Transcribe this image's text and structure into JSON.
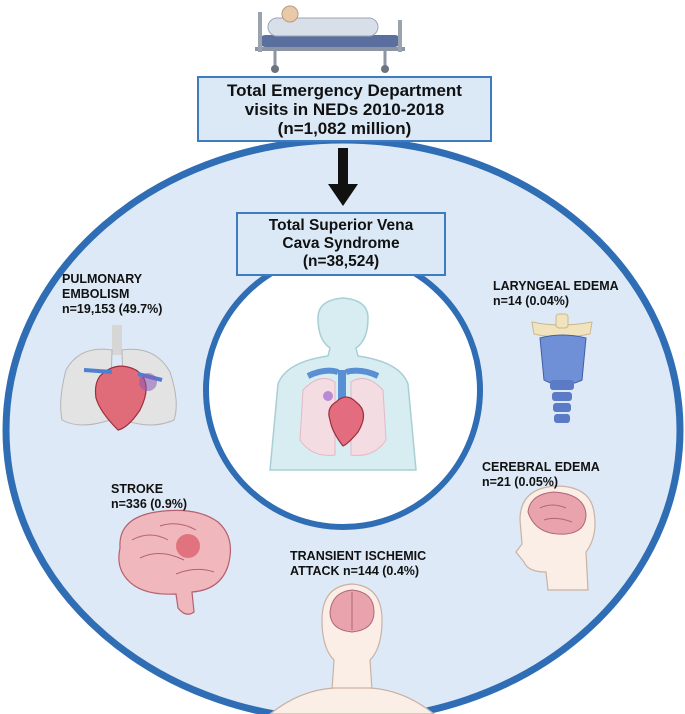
{
  "top_box": {
    "line1": "Total Emergency Department",
    "line2": "visits in NEDs 2010-2018",
    "line3": "(n=1,082 million)"
  },
  "mid_box": {
    "line1": "Total Superior Vena",
    "line2": "Cava Syndrome",
    "line3": "(n=38,524)"
  },
  "outcomes": {
    "pulmonary_embolism": {
      "line1": "PULMONARY",
      "line2": "EMBOLISM",
      "line3": "n=19,153 (49.7%)"
    },
    "laryngeal_edema": {
      "line1": "LARYNGEAL EDEMA",
      "line2": "n=14 (0.04%)"
    },
    "cerebral_edema": {
      "line1": "CEREBRAL EDEMA",
      "line2": "n=21 (0.05%)"
    },
    "stroke": {
      "line1": "STROKE",
      "line2": "n=336 (0.9%)"
    },
    "tia": {
      "line1": "TRANSIENT ISCHEMIC",
      "line2": "ATTACK n=144 (0.4%)"
    }
  },
  "colors": {
    "circle_border": "#2f6db5",
    "circle_fill": "#dde9f6",
    "box_fill": "#dbe9f7",
    "box_border": "#3f7bbf",
    "arrow": "#111111"
  },
  "icons": [
    "hospital-bed-icon",
    "torso-heart-icon",
    "lungs-heart-icon",
    "larynx-icon",
    "brain-head-icon",
    "brain-icon",
    "head-brain-icon"
  ]
}
